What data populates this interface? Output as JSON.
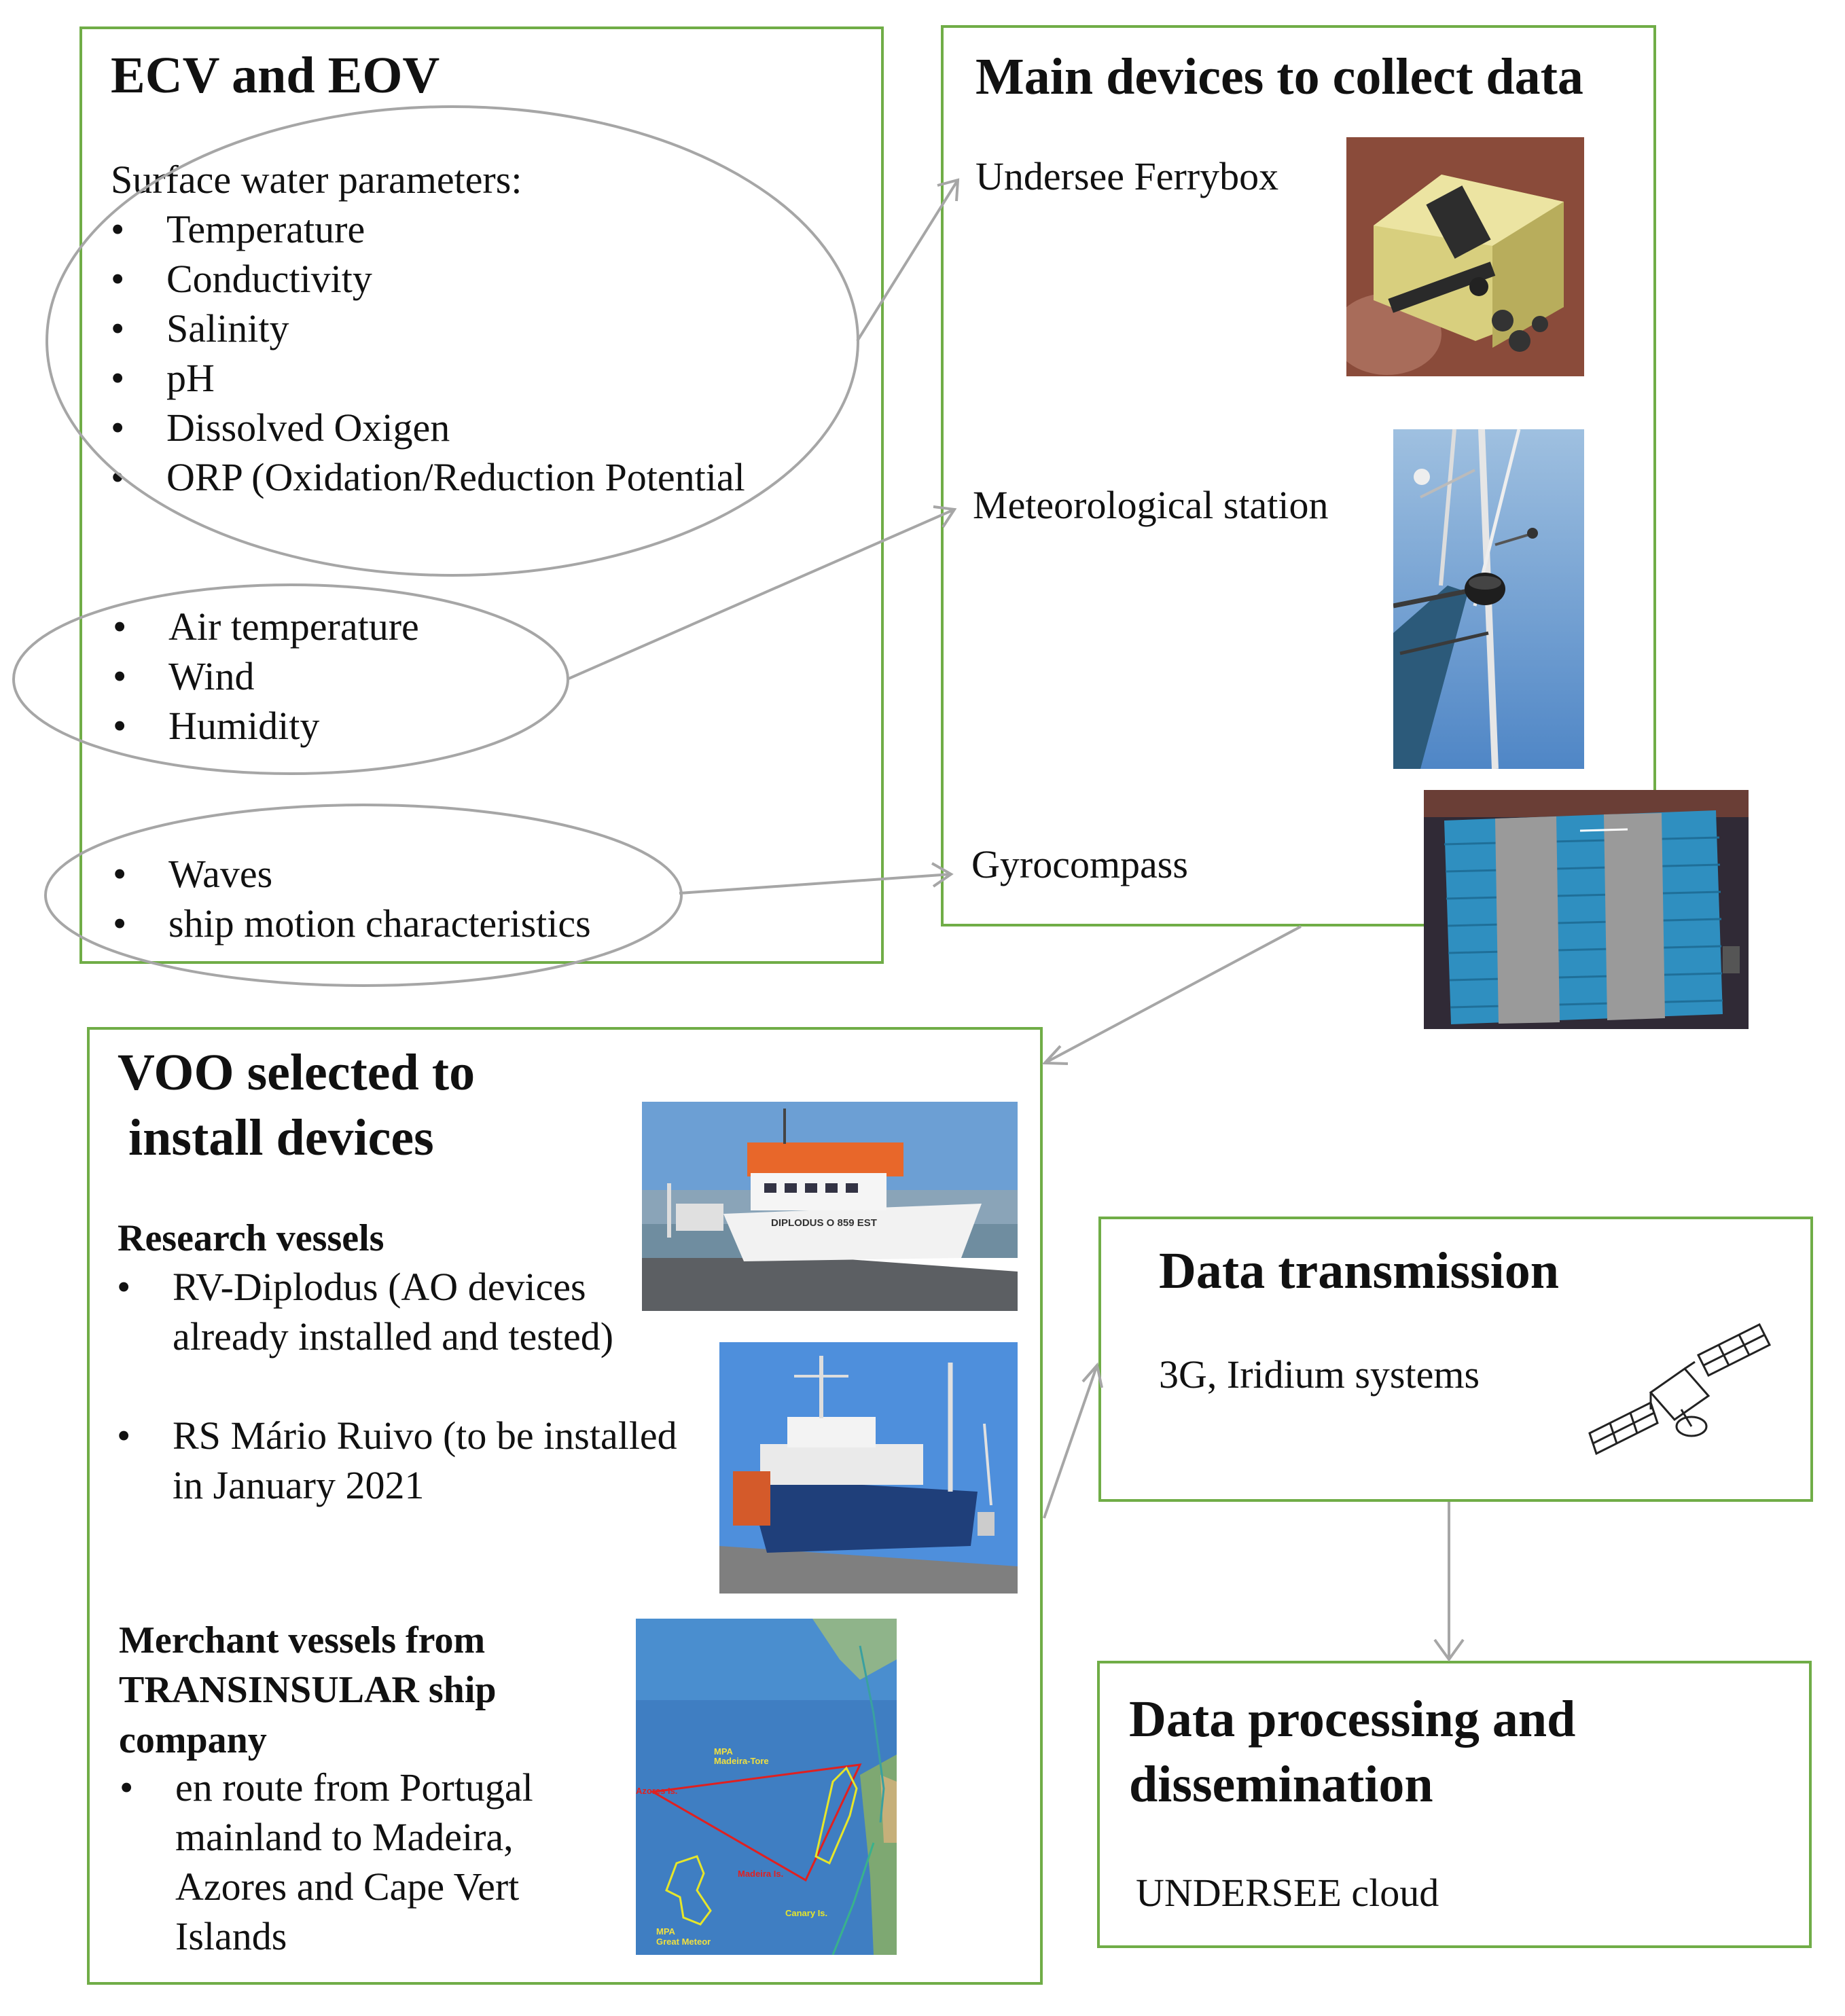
{
  "ecv_box": {
    "title": "ECV and EOV",
    "surface_heading": "Surface water parameters:",
    "surface_items": [
      "Temperature",
      "Conductivity",
      "Salinity",
      "pH",
      "Dissolved Oxigen",
      "ORP (Oxidation/Reduction Potential"
    ],
    "air_items": [
      "Air temperature",
      "Wind",
      "Humidity"
    ],
    "motion_items": [
      "Waves",
      "ship motion characteristics"
    ]
  },
  "devices_box": {
    "title": "Main devices to collect data",
    "devices": [
      "Undersee Ferrybox",
      "Meteorological station",
      "Gyrocompass"
    ]
  },
  "voo_box": {
    "title_line1": "VOO selected to",
    "title_line2": "install devices",
    "research_heading": "Research vessels",
    "research_items": [
      {
        "line1": "RV-Diplodus (AO devices",
        "line2": "already installed and tested)"
      },
      {
        "line1": "RS Mário Ruivo (to be installed",
        "line2": "in January 2021"
      }
    ],
    "merchant_heading_lines": [
      "Merchant vessels from",
      "TRANSINSULAR ship",
      "company"
    ],
    "merchant_item_lines": [
      "en route from Portugal",
      "mainland to Madeira,",
      "Azores and Cape Vert",
      "Islands"
    ]
  },
  "transmission_box": {
    "title": "Data transmission",
    "text": "3G, Iridium systems"
  },
  "processing_box": {
    "title_line1": "Data processing and",
    "title_line2": "dissemination",
    "text": "UNDERSEE cloud"
  },
  "map_labels": {
    "mpa_madeira": "MPA",
    "madeira_tore": "Madeira-Tore",
    "azores": "Azores Is.",
    "madeira": "Madeira Is.",
    "canary": "Canary Is.",
    "mpa_great": "MPA",
    "great_meteor": "Great Meteor"
  },
  "photo_labels": {
    "diplodus_hull": "DIPLODUS   O 859 EST"
  },
  "colors": {
    "box_border": "#70ad47",
    "connector": "#a6a6a6",
    "text": "#111111"
  },
  "icons": [
    "ferrybox-photo",
    "weather-station-photo",
    "gyrocompass-photo",
    "diplodus-photo",
    "mario-ruivo-photo",
    "route-map",
    "satellite-icon"
  ]
}
